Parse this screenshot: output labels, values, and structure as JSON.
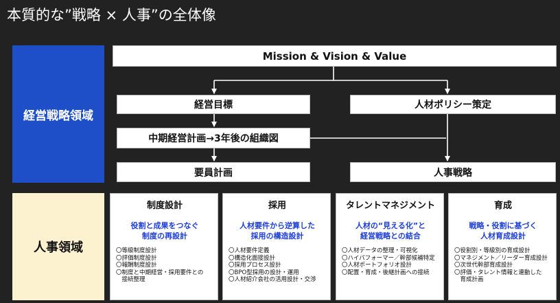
{
  "title": "本質的な”戦略 × 人事”の全体像",
  "left_panels": {
    "strategy": "経営戦略領域",
    "hr": "人事領域"
  },
  "flow": {
    "mvv": "Mission & Vision & Value",
    "management_goal": "経営目標",
    "hr_policy": "人材ポリシー策定",
    "mid_term_plan": "中期経営計画→3年後の組織図",
    "staffing_plan": "要員計画",
    "hr_strategy": "人事戦略"
  },
  "cards": [
    {
      "title": "制度設計",
      "subtitle": [
        "役割と成果をつなぐ",
        "制度の再設計"
      ],
      "items": [
        "〇等級制度設計",
        "〇評価制度設計",
        "〇報酬制度設計",
        "〇制度と中期経営・採用要件との",
        "　接続整理"
      ]
    },
    {
      "title": "採用",
      "subtitle": [
        "人材要件から逆算した",
        "採用の構造設計"
      ],
      "items": [
        "〇人材要件定義",
        "〇構造化面接設計",
        "〇採用プロセス設計",
        "〇BPO型採用の設計・運用",
        "〇人材紹介会社の活用設計・交渉"
      ]
    },
    {
      "title": "タレントマネジメント",
      "subtitle": [
        "人材の“見える化”と",
        "経営戦略との結合"
      ],
      "items": [
        "〇人材データの整理・可視化",
        "〇ハイパフォーマー／幹部候補特定",
        "〇人材ポートフォリオ設計",
        "〇配置・育成・後継計画への接続"
      ]
    },
    {
      "title": "育成",
      "subtitle": [
        "戦略・役割に基づく",
        "人材育成設計"
      ],
      "items": [
        "〇役割別・等級別の育成設計",
        "〇マネジメント／リーダー育成設計",
        "〇次世代幹部育成設計",
        "〇評価・タレント情報と連動した",
        "　育成計画"
      ]
    }
  ]
}
